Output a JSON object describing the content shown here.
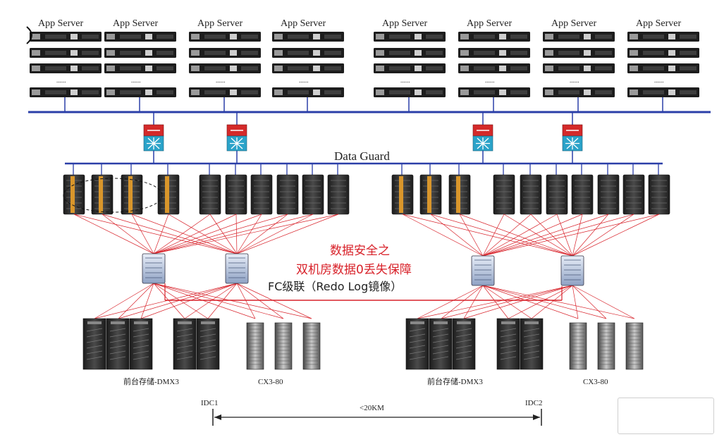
{
  "app_server_label": "App Server",
  "server_ellipsis": "......",
  "data_guard": "Data Guard",
  "title_line1": "数据安全之",
  "title_line2": "双机房数据0丢失保障",
  "fc_cascade": "FC级联（Redo Log镜像）",
  "storage_dmx3": "前台存储-DMX3",
  "storage_cx3": "CX3-80",
  "idc1": "IDC1",
  "idc2": "IDC2",
  "distance": "<20KM",
  "colors": {
    "bus_blue": "#2b3fa8",
    "san_red": "#d8222a",
    "rack_dark": "#2a2a2a"
  }
}
